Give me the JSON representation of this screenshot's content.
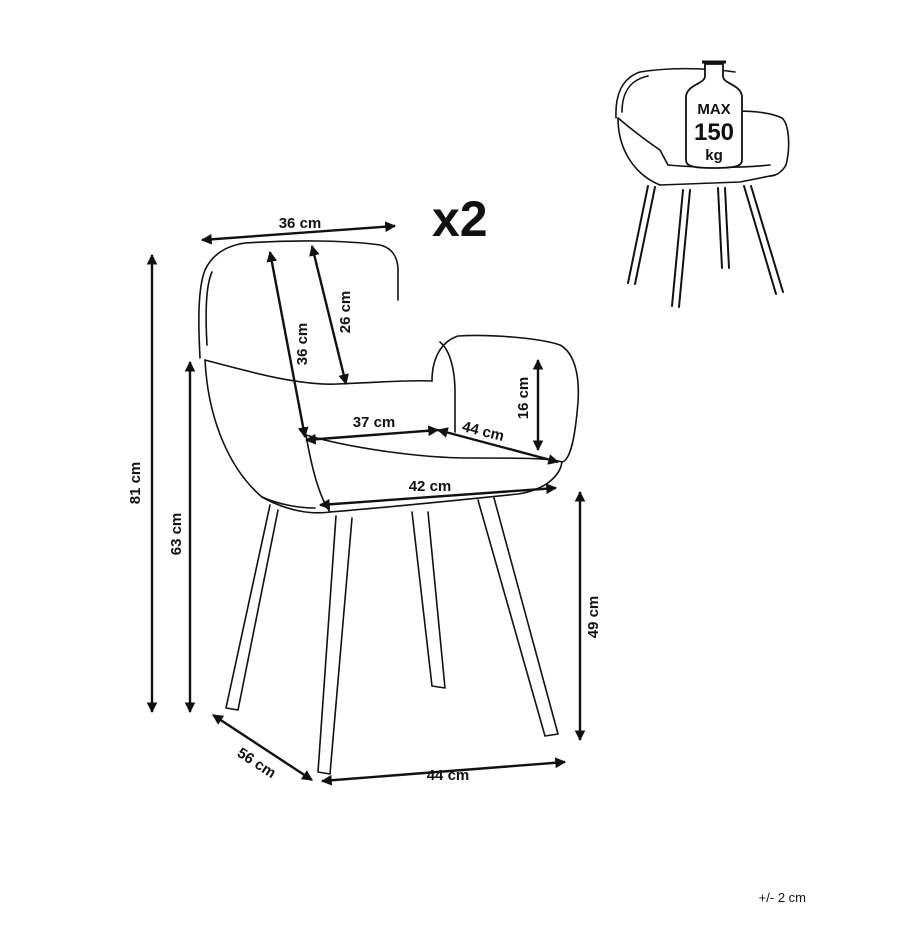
{
  "quantity_label": "x2",
  "load_badge": {
    "line1": "MAX",
    "line2": "150",
    "line3": "kg"
  },
  "dimensions": {
    "seat_back_width": "36 cm",
    "back_height_outer": "36 cm",
    "back_height_inner": "26 cm",
    "seat_back_depth_width": "37 cm",
    "seat_depth": "44 cm",
    "armrest_height": "16 cm",
    "seat_width": "42 cm",
    "total_height": "81 cm",
    "arm_height": "63 cm",
    "seat_height": "49 cm",
    "overall_depth": "56 cm",
    "overall_width": "44 cm"
  },
  "tolerance": "+/- 2 cm"
}
